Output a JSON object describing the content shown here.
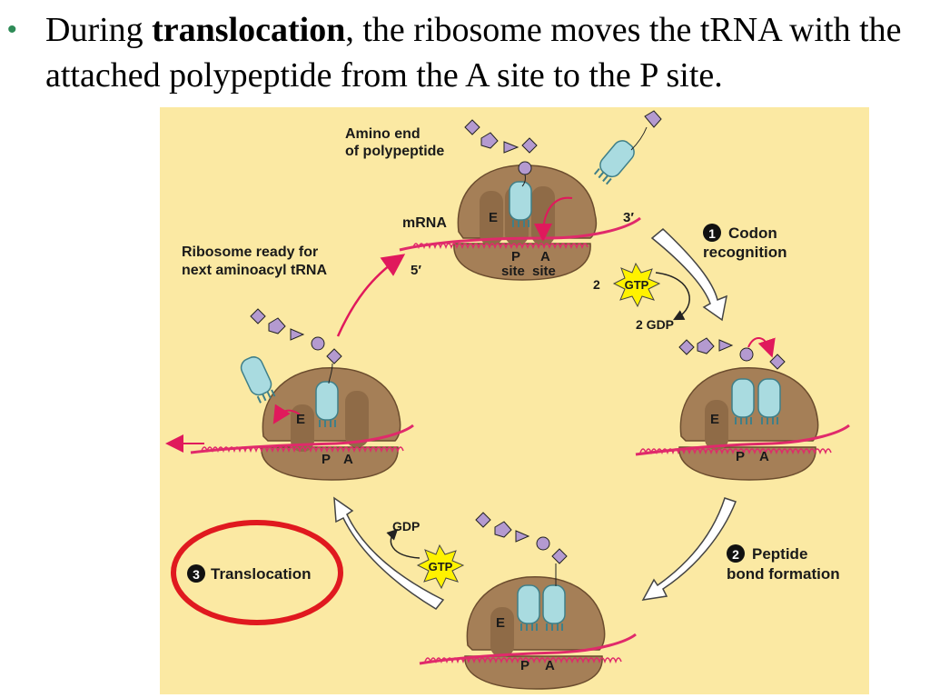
{
  "bullet": {
    "before": "During ",
    "bold": "translocation",
    "after": ", the ribosome moves the tRNA with the attached polypeptide from the A site to the P site."
  },
  "diagram": {
    "amino_end_label_1": "Amino end",
    "amino_end_label_2": "of polypeptide",
    "mrna": "mRNA",
    "three_prime": "3′",
    "five_prime": "5′",
    "site_e": "E",
    "site_p": "P",
    "site_a": "A",
    "site_word": "site",
    "step1_num": "1",
    "step1_label_1": "Codon",
    "step1_label_2": "recognition",
    "step2_num": "2",
    "step2_label_1": "Peptide",
    "step2_label_2": "bond formation",
    "step3_num": "3",
    "step3_label": "Translocation",
    "ready_label_1": "Ribosome ready for",
    "ready_label_2": "next aminoacyl tRNA",
    "gtp": "GTP",
    "gdp_1": "2 GDP",
    "gtp_count": "2",
    "gdp_2": "GDP"
  },
  "colors": {
    "background_panel": "#fbe9a3",
    "ribosome": "#a57f57",
    "ribosome_dark": "#7a5a3a",
    "trna": "#a9dbe0",
    "mrna": "#e02a6b",
    "arrow_red": "#e0195c",
    "highlight_circle": "#e0191f",
    "gtp_star": "#fff200",
    "amino_acid": "#b49ad0"
  }
}
